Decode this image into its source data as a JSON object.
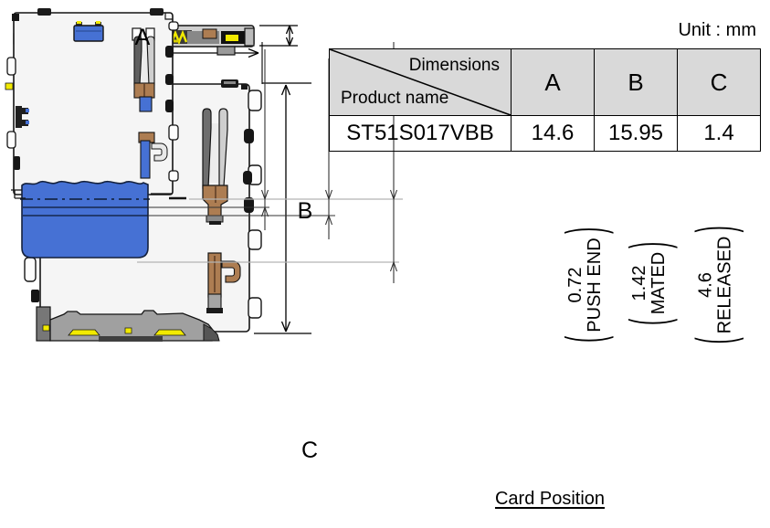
{
  "page": {
    "unit_label": "Unit : mm",
    "card_position_title": "Card Position"
  },
  "table": {
    "corner": {
      "top_right": "Dimensions",
      "bottom_left": "Product name"
    },
    "columns": [
      "A",
      "B",
      "C"
    ],
    "row": {
      "product_name": "ST51S017VBB",
      "values": [
        "14.6",
        "15.95",
        "1.4"
      ]
    }
  },
  "dimension_letters": {
    "a": "A",
    "b": "B",
    "c": "C"
  },
  "card_positions": [
    {
      "value": "0.72",
      "label": "PUSH END"
    },
    {
      "value": "1.42",
      "label": "MATED"
    },
    {
      "value": "4.6",
      "label": "RELEASED"
    }
  ],
  "decor": {
    "paren_open": "(",
    "paren_close": ")"
  },
  "colors": {
    "card_blue": "#4671d4",
    "copper": "#ad7d52",
    "contact_yellow": "#f2ea00",
    "table_header_gray": "#d9d9d9",
    "body_gray": "#f5f5f5"
  }
}
